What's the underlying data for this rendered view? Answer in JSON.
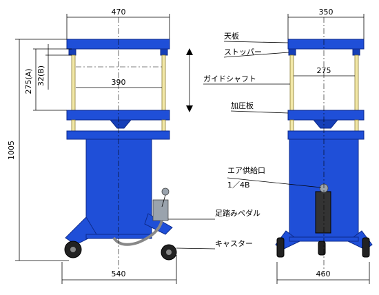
{
  "dimensions": {
    "front_top_width": "470",
    "front_inner_width": "390",
    "front_base_width": "540",
    "front_height": "1005",
    "stroke_a": "275(A)",
    "stroke_b": "32(B)",
    "side_top_width": "350",
    "side_inner_width": "275",
    "side_base_width": "460"
  },
  "labels": {
    "top_plate": "天板",
    "stopper": "ストッパー",
    "guide_shaft": "ガイドシャフト",
    "pressure_plate": "加圧板",
    "air_inlet": "エア供給口",
    "air_inlet_size": "1／4B",
    "foot_pedal": "足踏みペダル",
    "caster": "キャスター"
  },
  "colors": {
    "body_blue": "#1f4fd8",
    "shaft_yellow": "#f2e8a8"
  }
}
